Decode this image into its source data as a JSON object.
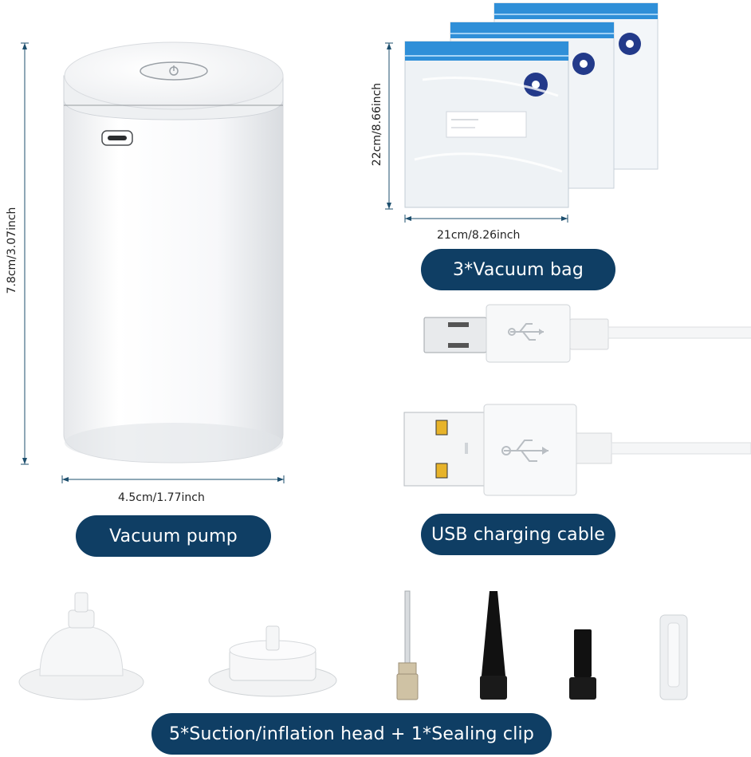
{
  "dimensions": {
    "pump_height": "7.8cm/3.07inch",
    "pump_width": "4.5cm/1.77inch",
    "bag_height": "22cm/8.66inch",
    "bag_width": "21cm/8.26inch"
  },
  "labels": {
    "vacuum_pump": "Vacuum pump",
    "vacuum_bag": "3*Vacuum bag",
    "usb_cable": "USB charging cable",
    "accessories": "5*Suction/inflation head + 1*Sealing clip"
  },
  "colors": {
    "label_background": "#0f3e64",
    "dimension_line": "#1d4f6e",
    "bag_stripe": "#2f8fd8"
  },
  "icons": [
    "power-icon",
    "usb-symbol-icon"
  ]
}
